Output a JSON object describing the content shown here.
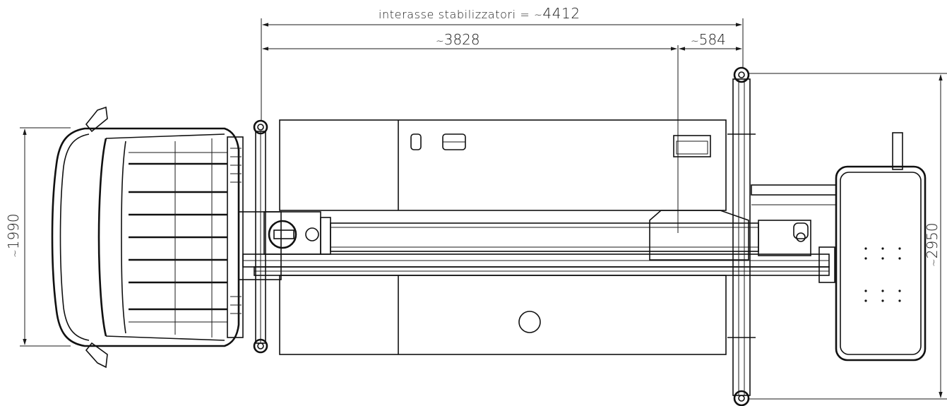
{
  "dimensions": {
    "stabilizer_wheelbase_label": "interasse stabilizzatori",
    "stabilizer_wheelbase_value": "4412",
    "length_main": "3828",
    "length_rear": "584",
    "width_front": "1990",
    "width_rear": "2950",
    "approx_symbol": "~",
    "equals_symbol": "="
  }
}
